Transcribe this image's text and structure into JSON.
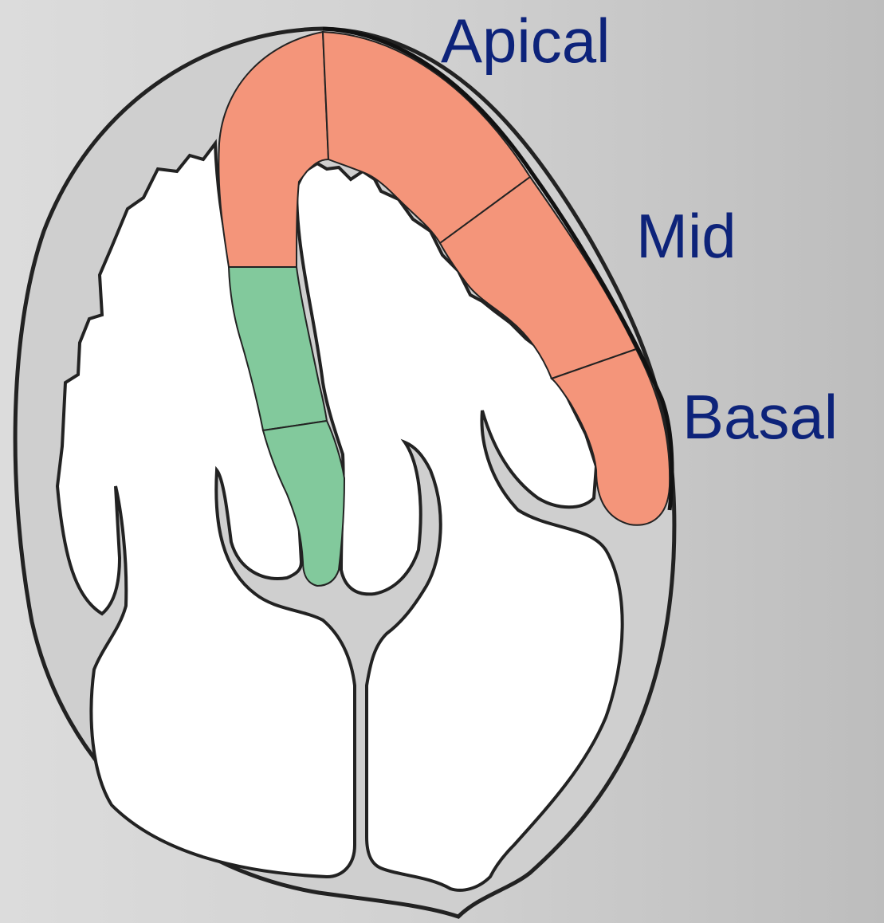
{
  "labels": {
    "apical": "Apical",
    "mid": "Mid",
    "basal": "Basal"
  },
  "colors": {
    "label_text": "#0d237a",
    "lateral_wall_segments": "#f4957a",
    "septal_segments": "#82c99c",
    "myocardium": "#cfcfcf",
    "outline": "#222222",
    "background": "#d4d4d4"
  }
}
